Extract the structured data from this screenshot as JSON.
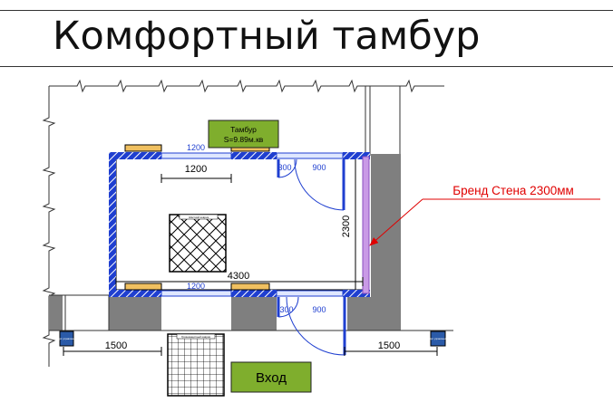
{
  "title": "Комфортный тамбур",
  "room_tag": {
    "name": "Тамбур",
    "area": "S=9.89м.кв"
  },
  "dimensions": {
    "window_top_label": "1200",
    "window_top_dim": "1200",
    "door_top_left": "300",
    "door_top_right": "900",
    "room_height": "2300",
    "room_length": "4300",
    "window_bottom_label": "1200",
    "door_bottom_left": "300",
    "door_bottom_right": "900",
    "outer_left": "1500",
    "outer_right": "1500"
  },
  "callout": "Бренд Стена 2300мм",
  "entrance_label": "Вход",
  "item_tags": {
    "center_grid": "Жёсткий коврик",
    "lower_grid": "Грязезащитный коврик"
  },
  "devices": {
    "left": "Щит управления",
    "right": "Щит управления"
  },
  "colors": {
    "wall_blue": "#1f3fd0",
    "brand_wall": "#c99ae6",
    "callout_red": "#e00000",
    "tag_green": "#7fae2d",
    "concrete_gray": "#7f7f7f"
  }
}
